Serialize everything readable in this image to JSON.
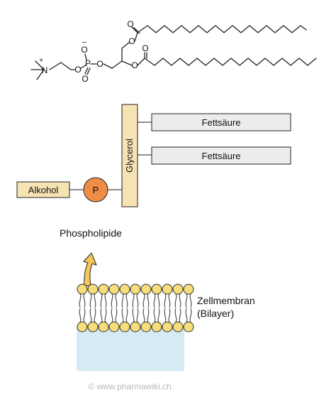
{
  "molecule": {
    "nitrogen_label": "N",
    "nitrogen_charge": "+",
    "phosphorus_label": "P",
    "phosphate_oxygen_minus": "O",
    "phosphate_charge": "−",
    "phosphate_oxygen_double": "O",
    "ester_oxygen_1": "O",
    "ester_oxygen_2": "O",
    "glycerol_oxygen_top": "O",
    "glycerol_oxygen_mid": "O",
    "carbonyl_oxygen_top": "O",
    "carbonyl_oxygen_bottom": "O"
  },
  "scheme": {
    "fatty_acid_1": "Fettsäure",
    "fatty_acid_2": "Fettsäure",
    "glycerol": "Glycerol",
    "phosphate": "P",
    "alcohol": "Alkohol"
  },
  "membrane": {
    "phospholipid_label": "Phospholipide",
    "membrane_label_line1": "Zellmembran",
    "membrane_label_line2": "(Bilayer)"
  },
  "footer": {
    "copyright": "© www.pharmawiki.ch"
  },
  "colors": {
    "glycerol_fill": "#f6e3b4",
    "fatty_acid_fill": "#ececec",
    "phosphate_fill": "#ee8c48",
    "alcohol_fill": "#f6e3b4",
    "lipid_head_fill": "#f6dc7a",
    "arrow_fill": "#f3c95a",
    "cell_fill": "#d6eaf3",
    "stroke": "#222222"
  }
}
